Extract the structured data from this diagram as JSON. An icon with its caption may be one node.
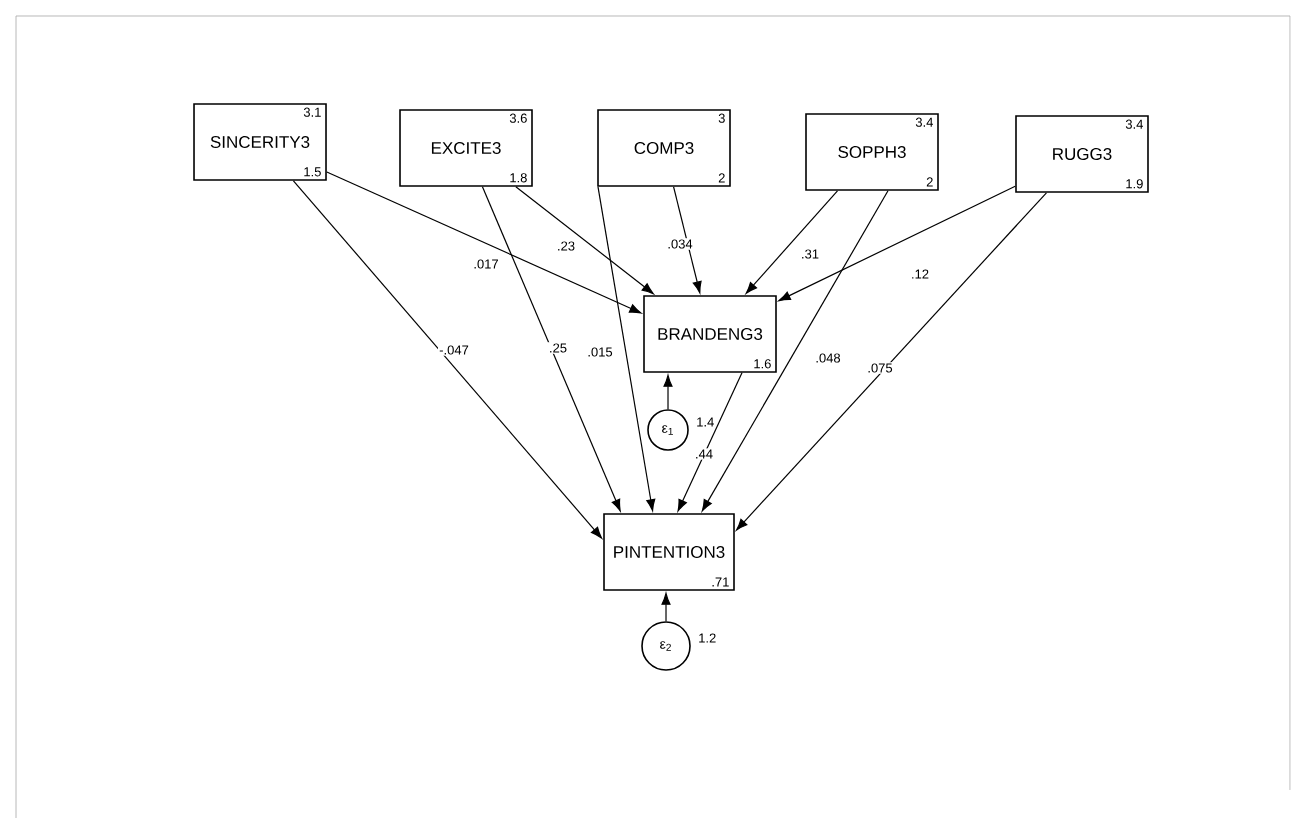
{
  "diagram": {
    "nodes": [
      {
        "text": [
          "3.1",
          "SINCERITY3",
          "1.5"
        ]
      },
      {
        "text": [
          "3.6",
          "EXCITE3",
          "1.8"
        ]
      },
      {
        "text": [
          "3",
          "COMP3",
          "2"
        ]
      },
      {
        "text": [
          "3.4",
          "SOPPH3",
          "2"
        ]
      },
      {
        "text": [
          "3.4",
          "RUGG3",
          "1.9"
        ]
      },
      {
        "text": [
          "BRANDENG3",
          "1.6"
        ]
      },
      {
        "text": [
          "PINTENTION3",
          ".71"
        ]
      },
      {
        "text": [
          "ε$_{1}$"
        ],
        "beside": [
          "1.4"
        ]
      },
      {
        "text": [
          "ε$_{2}$"
        ],
        "beside": [
          "1.2"
        ]
      }
    ],
    "edges": [
      {
        "from": 0,
        "to": 5,
        "arrow": "to",
        "label": ".017"
      },
      {
        "from": 1,
        "to": 5,
        "arrow": "to",
        "label": ".23"
      },
      {
        "from": 2,
        "to": 5,
        "arrow": "to",
        "label": ".034"
      },
      {
        "from": 3,
        "to": 5,
        "arrow": "to",
        "label": ".31"
      },
      {
        "from": 4,
        "to": 5,
        "arrow": "to",
        "label": ".12"
      },
      {
        "from": 0,
        "to": 6,
        "arrow": "to",
        "label": "-.047"
      },
      {
        "from": 1,
        "to": 6,
        "arrow": "to",
        "label": ".25"
      },
      {
        "from": 2,
        "to": 6,
        "arrow": "to",
        "label": ".015"
      },
      {
        "from": 3,
        "to": 6,
        "arrow": "to",
        "label": ".048"
      },
      {
        "from": 4,
        "to": 6,
        "arrow": "to",
        "label": ".075"
      },
      {
        "from": 5,
        "to": 6,
        "arrow": "to",
        "label": ".44"
      },
      {
        "from": 7,
        "to": 5,
        "arrow": "to"
      },
      {
        "from": 8,
        "to": 6,
        "arrow": "to"
      }
    ]
  }
}
